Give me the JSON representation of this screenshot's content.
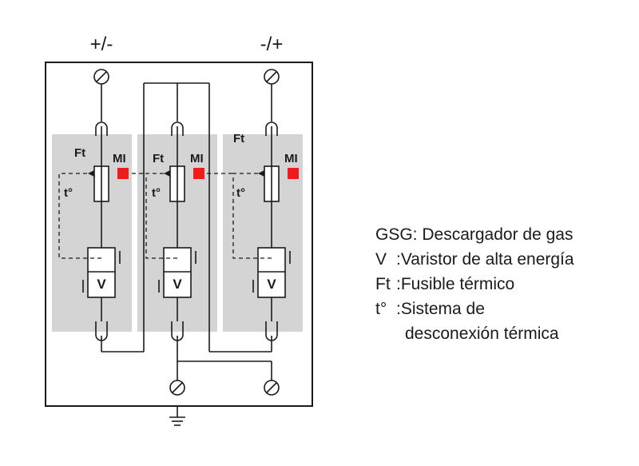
{
  "terminals": {
    "left": "+/-",
    "right": "-/+"
  },
  "labels": {
    "fuse": "Ft",
    "indicator": "MI",
    "thermal": "t°",
    "varistor": "V"
  },
  "colors": {
    "module_fill": "#d4d4d4",
    "indicator": "#ee1c1c",
    "line": "#1a1a1a"
  },
  "icons": {
    "ground": "ground-symbol",
    "screw": "screw-terminal"
  },
  "legend": {
    "gsg_key": "GSG:",
    "gsg_text": "Descargador de gas",
    "v_key": "V",
    "v_text": ":Varistor de alta energía",
    "ft_key": "Ft",
    "ft_text": ":Fusible térmico",
    "t_key": "t°",
    "t_text": ":Sistema de",
    "t_text_cont": "desconexión térmica"
  }
}
